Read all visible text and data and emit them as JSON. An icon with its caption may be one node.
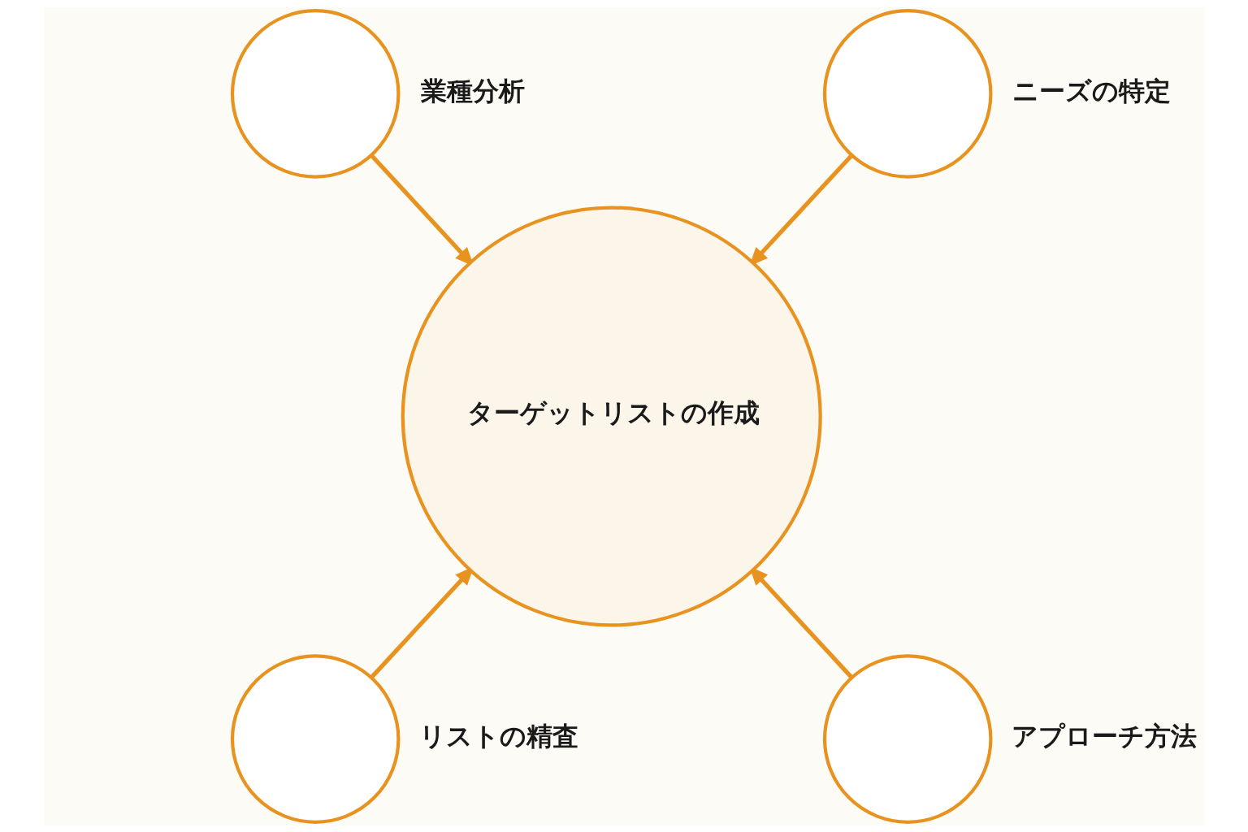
{
  "diagram": {
    "nodes": [
      {
        "text": [],
        "shape": "circle",
        "beside": [
          "業種分析"
        ]
      },
      {
        "text": [],
        "shape": "circle",
        "beside": [
          "ニーズの特定"
        ]
      },
      {
        "text": [
          "ターゲットリストの作成"
        ]
      },
      {
        "text": [],
        "shape": "circle",
        "beside": [
          "リストの精査"
        ]
      },
      {
        "text": [],
        "shape": "circle",
        "beside": [
          "アプローチ方法"
        ]
      }
    ],
    "edges": [
      {
        "from": 0,
        "to": 2,
        "arrow": "to"
      },
      {
        "from": 1,
        "to": 2,
        "arrow": "to"
      },
      {
        "from": 3,
        "to": 2,
        "arrow": "to"
      },
      {
        "from": 4,
        "to": 2,
        "arrow": "to"
      }
    ]
  }
}
